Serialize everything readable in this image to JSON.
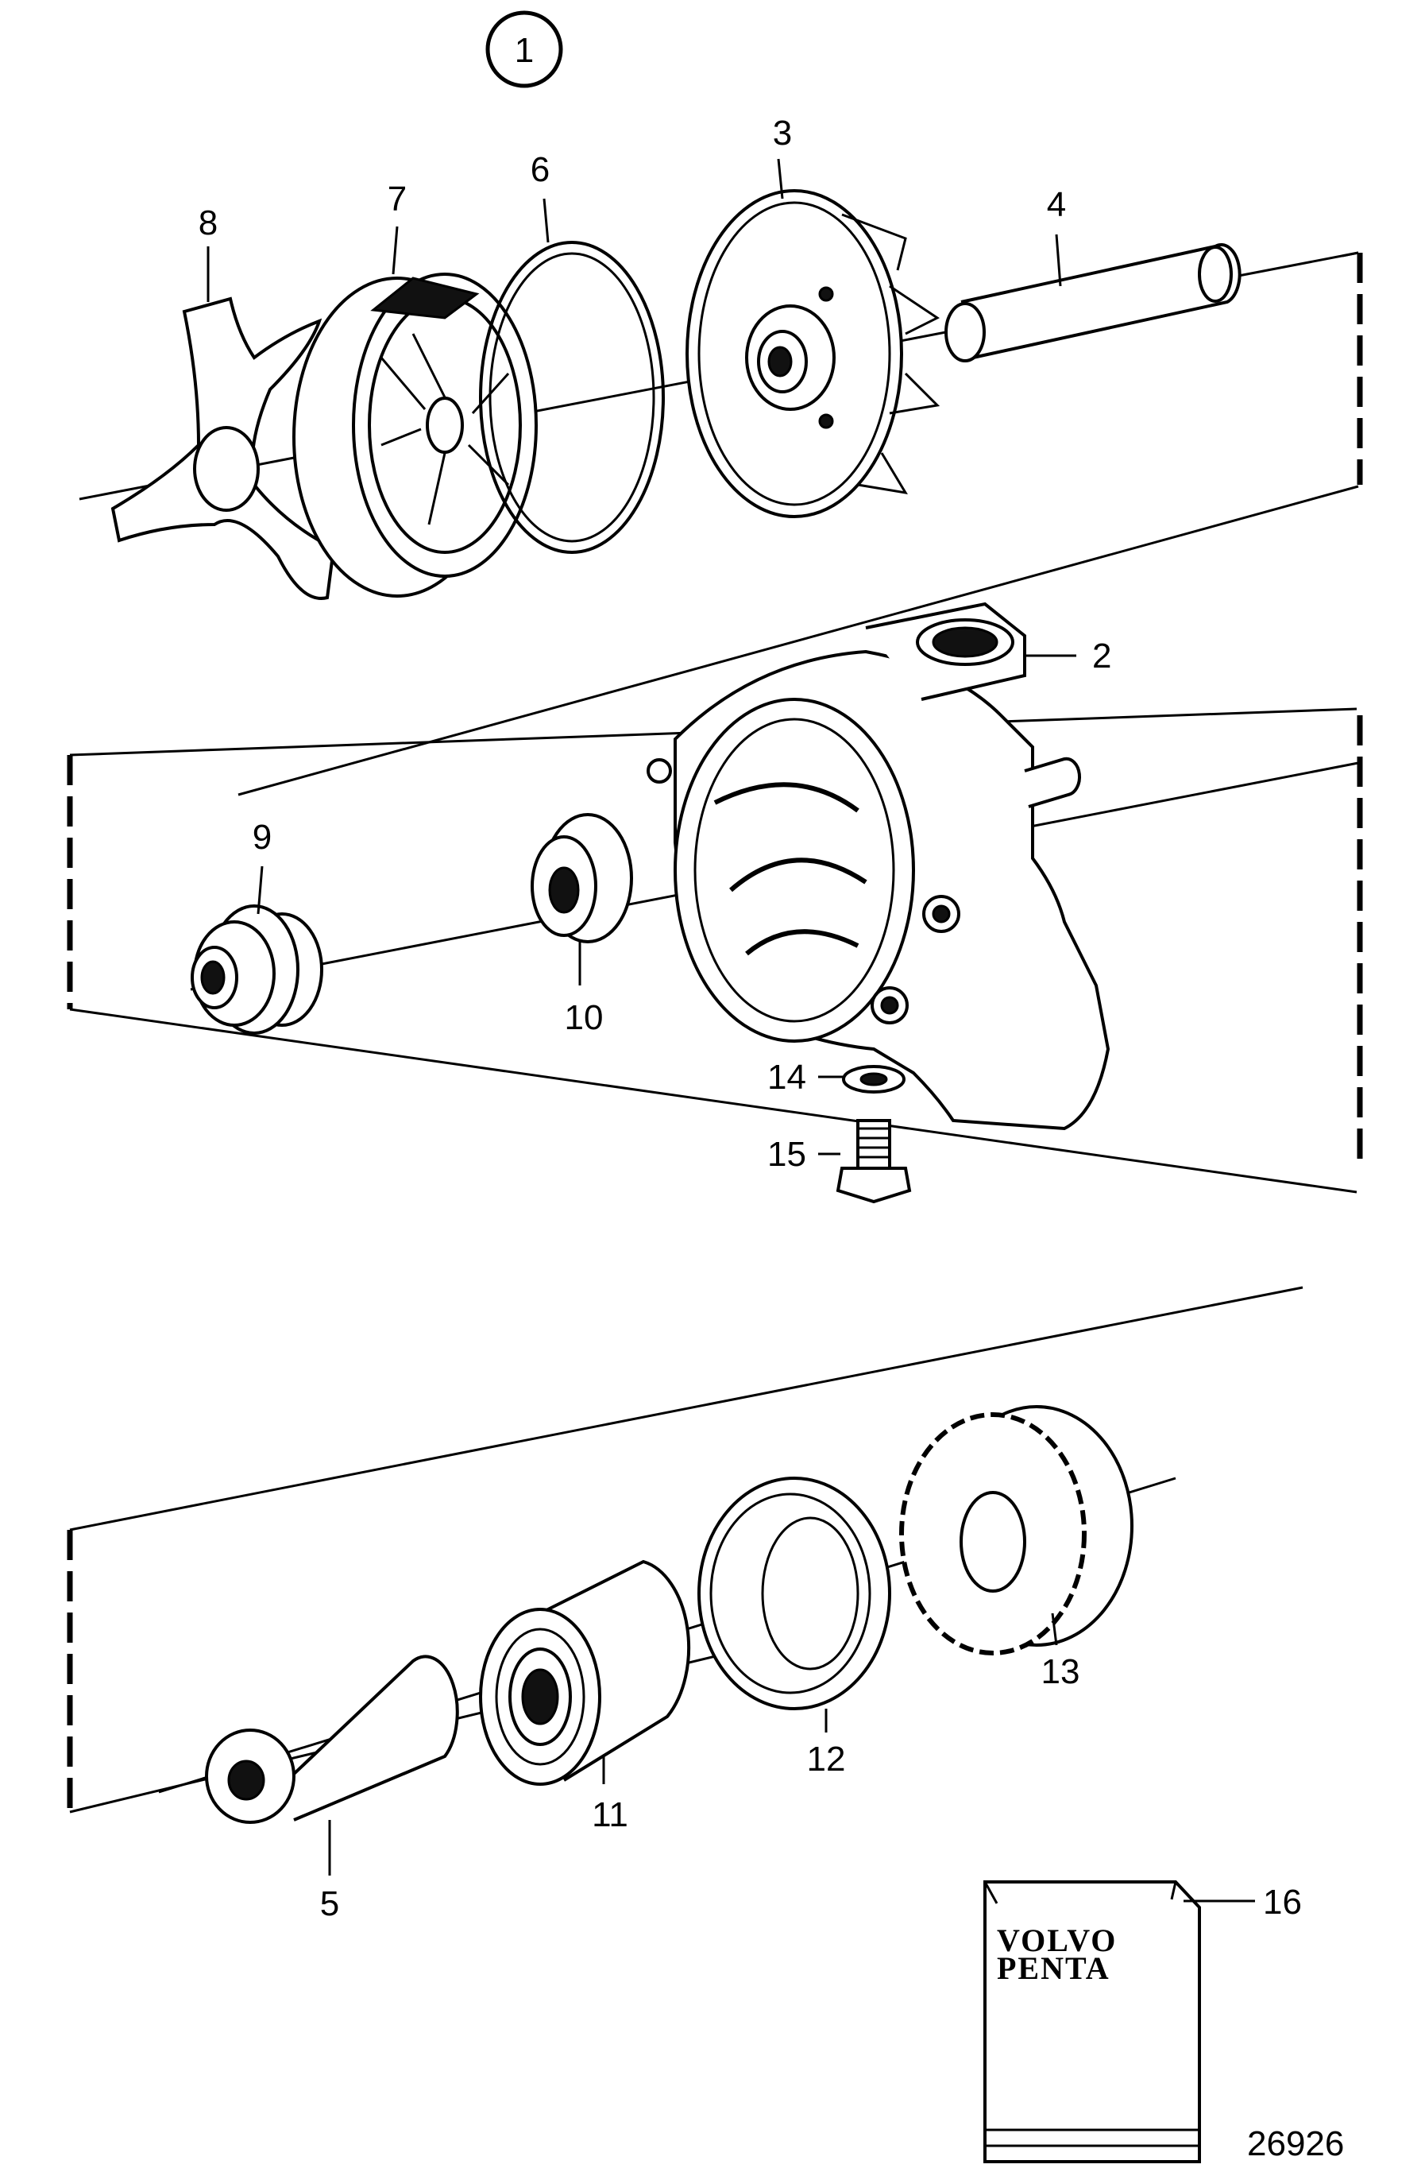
{
  "diagram": {
    "group_number": "1",
    "drawing_number": "26926",
    "logo_lines": [
      "VOLVO",
      "PENTA"
    ],
    "callouts": [
      {
        "id": "1"
      },
      {
        "id": "2"
      },
      {
        "id": "3"
      },
      {
        "id": "4"
      },
      {
        "id": "5"
      },
      {
        "id": "6"
      },
      {
        "id": "7"
      },
      {
        "id": "8"
      },
      {
        "id": "9"
      },
      {
        "id": "10"
      },
      {
        "id": "11"
      },
      {
        "id": "12"
      },
      {
        "id": "13"
      },
      {
        "id": "14"
      },
      {
        "id": "15"
      },
      {
        "id": "16"
      }
    ]
  }
}
